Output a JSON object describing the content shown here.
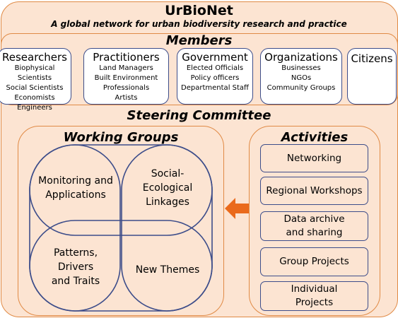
{
  "header": {
    "title": "UrBioNet",
    "tagline": "A global network for urban biodiversity research and practice"
  },
  "members": {
    "heading": "Members",
    "groups": [
      {
        "name": "Researchers",
        "items": [
          "Biophysical Scientists",
          "Social Scientists",
          "Economists",
          "Engineers"
        ]
      },
      {
        "name": "Practitioners",
        "items": [
          "Land Managers",
          "Built Environment",
          "Professionals",
          "Artists"
        ]
      },
      {
        "name": "Government",
        "items": [
          "Elected Officials",
          "Policy officers",
          "Departmental Staff"
        ]
      },
      {
        "name": "Organizations",
        "items": [
          "Businesses",
          "NGOs",
          "Community Groups"
        ]
      },
      {
        "name": "Citizens",
        "items": []
      }
    ]
  },
  "steering": {
    "heading": "Steering Committee"
  },
  "working_groups": {
    "heading": "Working Groups",
    "items": [
      {
        "label_lines": [
          "Monitoring and",
          "Applications"
        ]
      },
      {
        "label_lines": [
          "Social-",
          "Ecological",
          "Linkages"
        ]
      },
      {
        "label_lines": [
          "Patterns,",
          "Drivers",
          "and Traits"
        ]
      },
      {
        "label_lines": [
          "New Themes"
        ]
      }
    ]
  },
  "activities": {
    "heading": "Activities",
    "items": [
      {
        "label_lines": [
          "Networking"
        ]
      },
      {
        "label_lines": [
          "Regional Workshops"
        ]
      },
      {
        "label_lines": [
          "Data archive",
          "and sharing"
        ]
      },
      {
        "label_lines": [
          "Group Projects"
        ]
      },
      {
        "label_lines": [
          "Individual",
          "Projects"
        ]
      }
    ]
  },
  "colors": {
    "fill": "#fce4d2",
    "orange_border": "#e08a45",
    "blue_border": "#3d4d8a",
    "arrow": "#ea6a1c"
  }
}
